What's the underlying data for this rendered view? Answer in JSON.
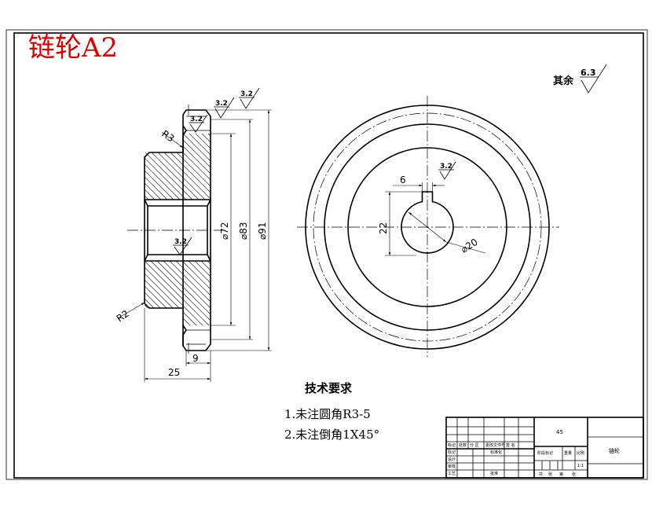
{
  "title": "链轮A2",
  "surface_finish": {
    "other_label": "其余",
    "other_value": "6.3",
    "face_value": "3.2"
  },
  "dimensions": {
    "d72": "⌀72",
    "d83": "⌀83",
    "d91": "⌀91",
    "width_25": "25",
    "width_9": "9",
    "radius_r3": "R3",
    "radius_r2": "R2",
    "key_width": "6",
    "key_depth": "22",
    "bore": "⌀20"
  },
  "technical_requirements": {
    "heading": "技术要求",
    "items": [
      "1.未注圆角R3-5",
      "2.未注倒角1X45°"
    ]
  },
  "title_block": {
    "material": "45",
    "part_name": "链轮",
    "scale": "1:1",
    "row_labels": [
      "标记",
      "设计",
      "审核",
      "工艺"
    ],
    "header_cells": [
      "标记",
      "处数",
      "分 区",
      "更改文件号",
      "签 名"
    ],
    "standard_label": "标准化",
    "approve_label": "批准",
    "stage_label": "阶段标记",
    "weight_label": "重量",
    "scale_label": "比例",
    "sheet_labels": [
      "共",
      "张",
      "第",
      "张"
    ]
  }
}
